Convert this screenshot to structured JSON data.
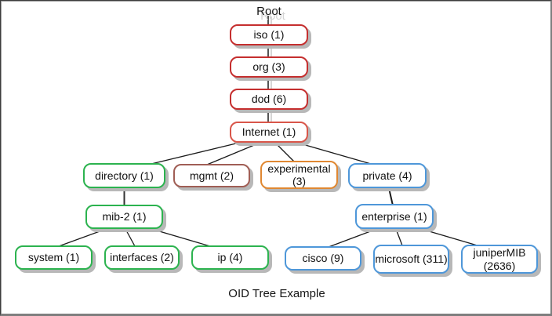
{
  "diagram": {
    "root_label": "Root",
    "caption": "OID Tree Example",
    "colors": {
      "red": "#c52f2f",
      "red_light": "#d9564a",
      "green": "#2cb34f",
      "brown": "#a05e55",
      "orange": "#e08832",
      "blue": "#4e97d9",
      "line": "#1a1a1a",
      "line_shadow": "#c9c9c9",
      "shadow": "#b8b8b8"
    },
    "nodes": {
      "iso": {
        "label": "iso (1)"
      },
      "org": {
        "label": "org (3)"
      },
      "dod": {
        "label": "dod (6)"
      },
      "internet": {
        "label": "Internet (1)"
      },
      "directory": {
        "label": "directory (1)"
      },
      "mgmt": {
        "label": "mgmt (2)"
      },
      "experimental": {
        "label": "experimental (3)"
      },
      "private": {
        "label": "private (4)"
      },
      "mib2": {
        "label": "mib-2 (1)"
      },
      "enterprise": {
        "label": "enterprise (1)"
      },
      "system": {
        "label": "system (1)"
      },
      "interfaces": {
        "label": "interfaces (2)"
      },
      "ip": {
        "label": "ip (4)"
      },
      "cisco": {
        "label": "cisco (9)"
      },
      "microsoft": {
        "label": "microsoft (311)"
      },
      "junipermib": {
        "label": "juniperMIB (2636)"
      }
    }
  }
}
